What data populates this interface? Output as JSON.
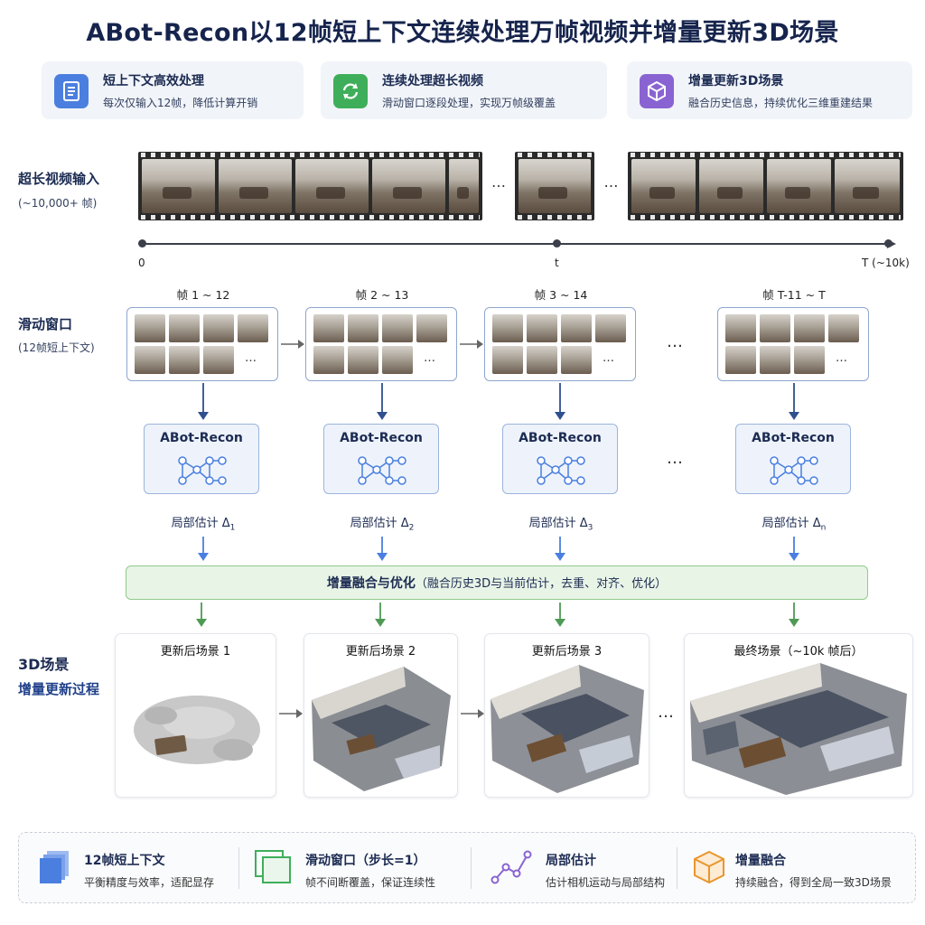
{
  "title": "ABot-Recon以12帧短上下文连续处理万帧视频并增量更新3D场景",
  "features": [
    {
      "title": "短上下文高效处理",
      "desc": "每次仅输入12帧，降低计算开销",
      "icon": "document-icon",
      "color": "#4a7fe0"
    },
    {
      "title": "连续处理超长视频",
      "desc": "滑动窗口逐段处理，实现万帧级覆盖",
      "icon": "refresh-icon",
      "color": "#3fae5a"
    },
    {
      "title": "增量更新3D场景",
      "desc": "融合历史信息，持续优化三维重建结果",
      "icon": "cube-icon",
      "color": "#8a63d2"
    }
  ],
  "video_input": {
    "label": "超长视频输入",
    "sub": "(~10,000+ 帧)",
    "gap": "…"
  },
  "timeline": {
    "start": "0",
    "mid": "t",
    "end": "T (~10k)"
  },
  "sliding": {
    "label": "滑动窗口",
    "sub": "(12帧短上下文)"
  },
  "windows": [
    {
      "label": "帧 1 ~ 12"
    },
    {
      "label": "帧 2 ~ 13"
    },
    {
      "label": "帧 3 ~ 14"
    },
    {
      "label": "帧 T-11 ~ T"
    }
  ],
  "window_dots": "…",
  "model_name": "ABot-Recon",
  "estimates": [
    {
      "text": "局部估计 Δ",
      "sub": "1"
    },
    {
      "text": "局部估计 Δ",
      "sub": "2"
    },
    {
      "text": "局部估计 Δ",
      "sub": "3"
    },
    {
      "text": "局部估计 Δ",
      "sub": "n"
    }
  ],
  "ellipsis": "…",
  "fusion": {
    "main": "增量融合与优化",
    "detail": "（融合历史3D与当前估计，去重、对齐、优化）"
  },
  "scene_section": {
    "label": "3D场景",
    "sub": "增量更新过程"
  },
  "scenes": [
    {
      "title": "更新后场景 1"
    },
    {
      "title": "更新后场景 2"
    },
    {
      "title": "更新后场景 3"
    },
    {
      "title": "最终场景（~10k 帧后）"
    }
  ],
  "legend": [
    {
      "title": "12帧短上下文",
      "desc": "平衡精度与效率，适配显存",
      "icon": "stack-icon",
      "color": "#4a7fe0"
    },
    {
      "title": "滑动窗口（步长=1）",
      "desc": "帧不间断覆盖，保证连续性",
      "icon": "window-icon",
      "color": "#3fae5a"
    },
    {
      "title": "局部估计",
      "desc": "估计相机运动与局部结构",
      "icon": "graph-icon",
      "color": "#8a63d2"
    },
    {
      "title": "增量融合",
      "desc": "持续融合，得到全局一致3D场景",
      "icon": "cube-icon",
      "color": "#e8962e"
    }
  ],
  "colors": {
    "title": "#16244d",
    "arrow": "#2f4f8f",
    "green_arrow": "#4f9a55",
    "panel": "#eef3fb",
    "fusion": "#e8f4e6"
  }
}
